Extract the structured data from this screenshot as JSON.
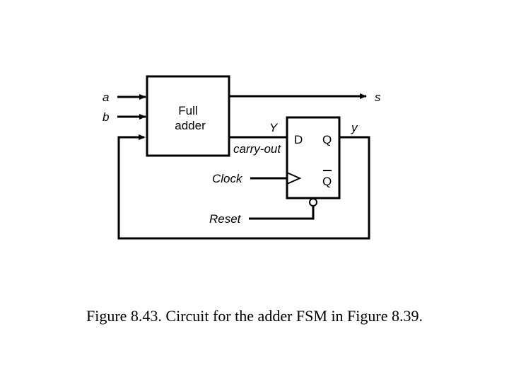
{
  "inputs": {
    "a": "a",
    "b": "b"
  },
  "adder": {
    "line1": "Full",
    "line2": "adder",
    "output_y": "Y",
    "carry_out": "carry-out"
  },
  "flipflop": {
    "d": "D",
    "q": "Q",
    "qbar": "Q"
  },
  "signals": {
    "s": "s",
    "y": "y",
    "clock": "Clock",
    "reset": "Reset"
  },
  "caption": "Figure 8.43.   Circuit for the adder FSM in Figure 8.39."
}
